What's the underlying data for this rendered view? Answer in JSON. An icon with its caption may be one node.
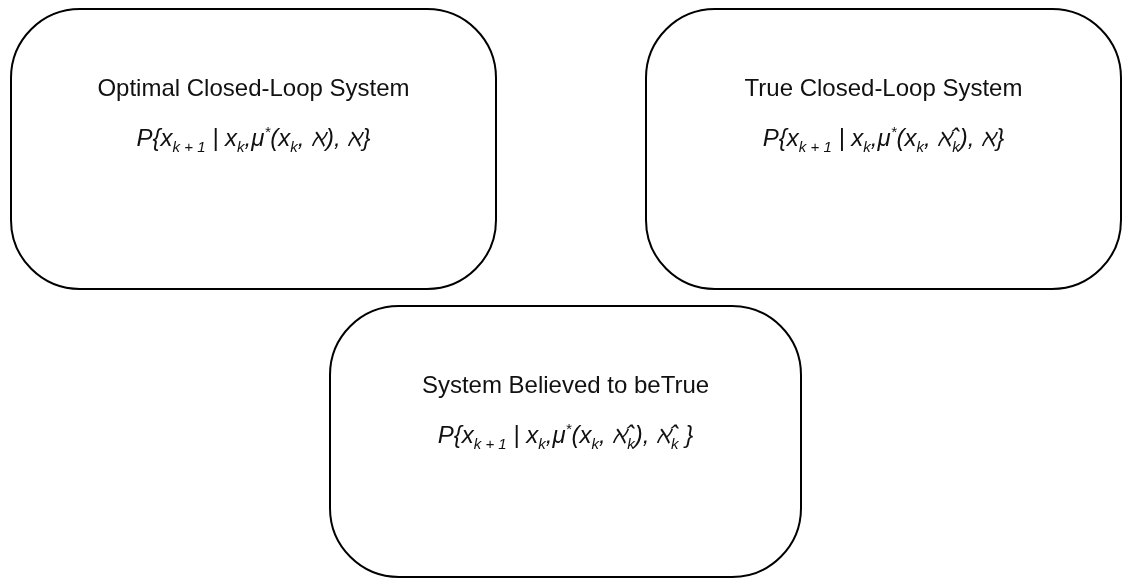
{
  "diagram": {
    "nodes": [
      {
        "text": [
          "Optimal Closed-Loop System",
          "P{x$_{k + 1}$ | x$_{k}$,μ$^{*}$(x$_{k}$, ℵ), ℵ}"
        ]
      },
      {
        "text": [
          "True Closed-Loop System",
          "P{x$_{k + 1}$ | x$_{k}$,μ$^{*}$(x$_{k}$, ℵ̂$_{k}$), ℵ}"
        ]
      },
      {
        "text": [
          "System Believed to beTrue",
          "P{x$_{k + 1}$ | x$_{k}$,μ$^{*}$(x$_{k}$, ℵ̂$_{k}$), ℵ̂$_{k}$ }"
        ]
      }
    ]
  }
}
